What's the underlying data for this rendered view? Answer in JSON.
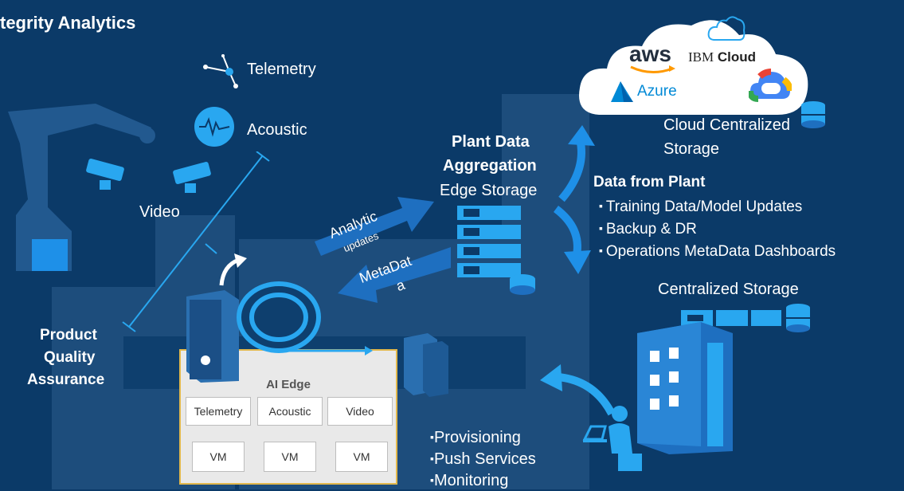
{
  "title": "tegrity Analytics",
  "left": {
    "telemetry_label": "Telemetry",
    "acoustic_label": "Acoustic",
    "video_label": "Video",
    "pqa_line1": "Product",
    "pqa_line2": "Quality",
    "pqa_line3": "Assurance"
  },
  "ai_edge": {
    "title": "AI Edge",
    "row1": [
      "Telemetry",
      "Acoustic",
      "Video"
    ],
    "row2": [
      "VM",
      "VM",
      "VM"
    ]
  },
  "arrows": {
    "analytic": "Analytic",
    "updates": "updates",
    "metadata1": "MetaDat",
    "metadata2": "a"
  },
  "plant": {
    "line1": "Plant Data",
    "line2": "Aggregation",
    "line3": "Edge Storage"
  },
  "cloud": {
    "aws": "aws",
    "ibm_prefix": "IBM",
    "ibm_suffix": "Cloud",
    "azure": "Azure",
    "caption_line1": "Cloud Centralized",
    "caption_line2": "Storage"
  },
  "data_from_plant": {
    "heading": "Data from Plant",
    "items": [
      "Training Data/Model Updates",
      "Backup & DR",
      "Operations MetaData Dashboards"
    ]
  },
  "centralized_storage": "Centralized Storage",
  "services": [
    "Provisioning",
    "Push Services",
    "Monitoring"
  ],
  "colors": {
    "background": "#0b3a68",
    "accent": "#1e90e8",
    "panel_border": "#e2b84c"
  }
}
